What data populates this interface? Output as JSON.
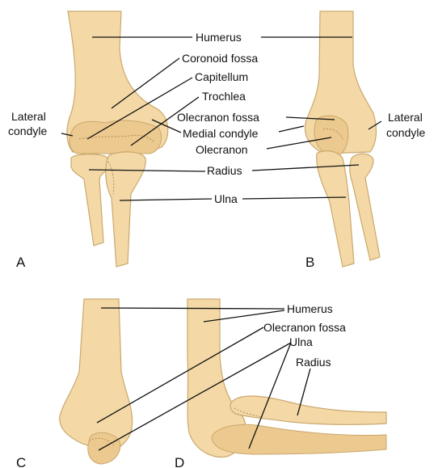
{
  "panels": {
    "A": "A",
    "B": "B",
    "C": "C",
    "D": "D"
  },
  "labels": {
    "humerus": "Humerus",
    "coronoid_fossa": "Coronoid fossa",
    "capitellum": "Capitellum",
    "trochlea": "Trochlea",
    "olecranon_fossa": "Olecranon fossa",
    "medial_condyle": "Medial condyle",
    "olecranon": "Olecranon",
    "radius": "Radius",
    "ulna": "Ulna",
    "lateral_condyle_left_1": "Lateral",
    "lateral_condyle_left_2": "condyle",
    "lateral_condyle_right_1": "Lateral",
    "lateral_condyle_right_2": "condyle",
    "humerus_cd": "Humerus",
    "olecranon_fossa_cd": "Olecranon fossa",
    "ulna_cd": "Ulna",
    "radius_cd": "Radius"
  },
  "colors": {
    "bone": "#f4d9a6",
    "bone_outline": "#c9a86e",
    "text": "#111111"
  }
}
